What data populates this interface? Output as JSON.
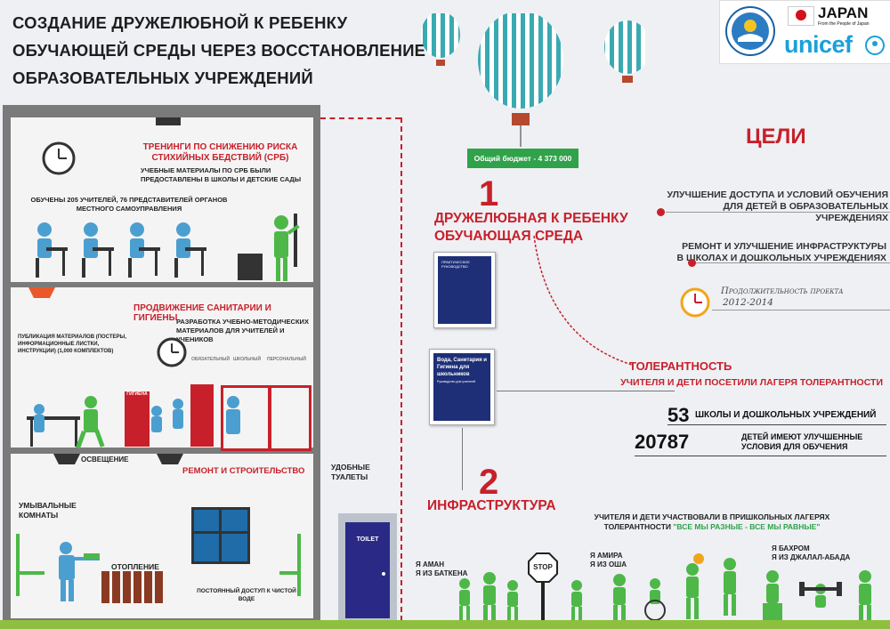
{
  "title": "Создание дружелюбной к ребенку обучающей среды через восстановление образовательных учреждений",
  "logos": {
    "japan": "JAPAN",
    "japan_sub": "From the People of Japan",
    "unicef": "unicef"
  },
  "budget": "Общий бюджет - 4 373 000",
  "building": {
    "drr_title": "Тренинги по снижению риска стихийных бедствий (СРБ)",
    "drr_materials": "Учебные материалы по СРБ были предоставлены в школы и детские сады",
    "trained": "Обучены 205 учителей, 76 представителей органов местного самоуправления",
    "sanitation_title": "Продвижение санитарии и гигиены",
    "methodical": "Разработка учебно-методических материалов для учителей и учеников",
    "publication": "Публикация материалов (постеры, информационные листки, инструкции) (1,000 комплектов)",
    "cabinet_labels": [
      "обязательный",
      "школьный",
      "персональный"
    ],
    "lighting": "Освещение",
    "repair_title": "Ремонт и строительство",
    "washrooms": "Умывальные комнаты",
    "heating": "Отопление",
    "water": "Постоянный доступ к чистой воде",
    "toilets": "Удобные туалеты",
    "toilet_sign": "TOILET",
    "hygiene_sign": "ГИГИЕНА"
  },
  "section1": {
    "number": "1",
    "title": "Дружелюбная к ребенку обучающая среда"
  },
  "section2": {
    "number": "2",
    "title": "Инфраструктура"
  },
  "goals": {
    "title": "Цели",
    "items": [
      "Улучшение доступа и условий обучения для детей в образовательных учреждениях",
      "Ремонт и улучшение инфраструктуры в школах и дошкольных учреждениях"
    ],
    "duration_label": "Продолжительность проекта",
    "duration_value": "2012-2014"
  },
  "booklets": {
    "one_title": "Практическое руководство",
    "two_title": "Вода, Санитария и Гигиена для школьников",
    "two_sub": "Руководство для учителей"
  },
  "tolerance": {
    "title": "Толерантность",
    "subtitle": "Учителя и дети посетили лагеря толерантности"
  },
  "stats": [
    {
      "number": "53",
      "text": "Школы и дошкольных учреждений"
    },
    {
      "number": "20787",
      "text": "Детей имеют улучшенные условия для обучения"
    }
  ],
  "camps": {
    "text": "Учителя и дети участвовали в пришкольных лагерях толерантности",
    "slogan": "\"Все мы разные - все мы равные\""
  },
  "kids": [
    {
      "line1": "Я Аман",
      "line2": "Я из Баткена"
    },
    {
      "line1": "Я Амира",
      "line2": "Я из Оша"
    },
    {
      "line1": "Я Бахром",
      "line2": "Я из Джалал-Абада"
    }
  ],
  "stop_sign": "STOP",
  "colors": {
    "accent": "#c8202a",
    "green": "#2fa24a",
    "blue": "#4a9fd0",
    "navy": "#1e2f78"
  }
}
